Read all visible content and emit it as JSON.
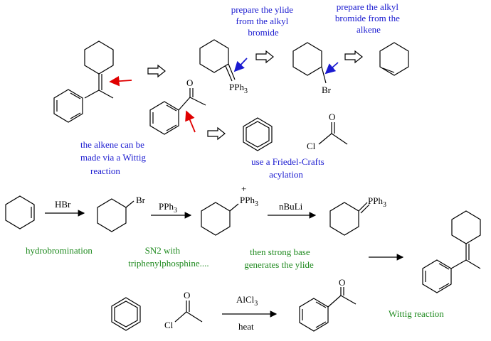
{
  "annotations": {
    "ylide_note": [
      "prepare the ylide",
      "from the alkyl",
      "bromide"
    ],
    "bromide_note": [
      "prepare the alkyl",
      "bromide from the",
      "alkene"
    ],
    "wittig_note": [
      "the alkene can be",
      "made via a Wittig",
      "reaction"
    ],
    "fc_note": [
      "use a Friedel-Crafts",
      "acylation"
    ]
  },
  "atoms": {
    "br_top": "Br",
    "pph3_top": "PPh",
    "pph3_sub": "3",
    "cl_top": "Cl",
    "br_mid": "Br",
    "pph3_mid": "PPh",
    "pph3_mid_sub": "3",
    "plus": "+",
    "pph3_ylide": "PPh",
    "pph3_ylide_sub": "3",
    "cl_bottom": "Cl",
    "o": "O"
  },
  "reagents": {
    "hbr": "HBr",
    "pph3": "PPh",
    "pph3_sub": "3",
    "nbuli": "nBuLi",
    "alcl3": "AlCl",
    "alcl3_sub": "3",
    "heat": "heat"
  },
  "step_labels": {
    "hydrobromination": "hydrobromination",
    "sn2": [
      "SN2 with",
      "triphenylphosphine...."
    ],
    "base": [
      "then strong base",
      "generates the ylide"
    ],
    "wittig": "Wittig reaction"
  },
  "colors": {
    "blue_text": "#1a1ad0",
    "green_text": "#1f8a1f",
    "red_arrow": "#e00000",
    "blue_arrow": "#1a1ad0"
  }
}
